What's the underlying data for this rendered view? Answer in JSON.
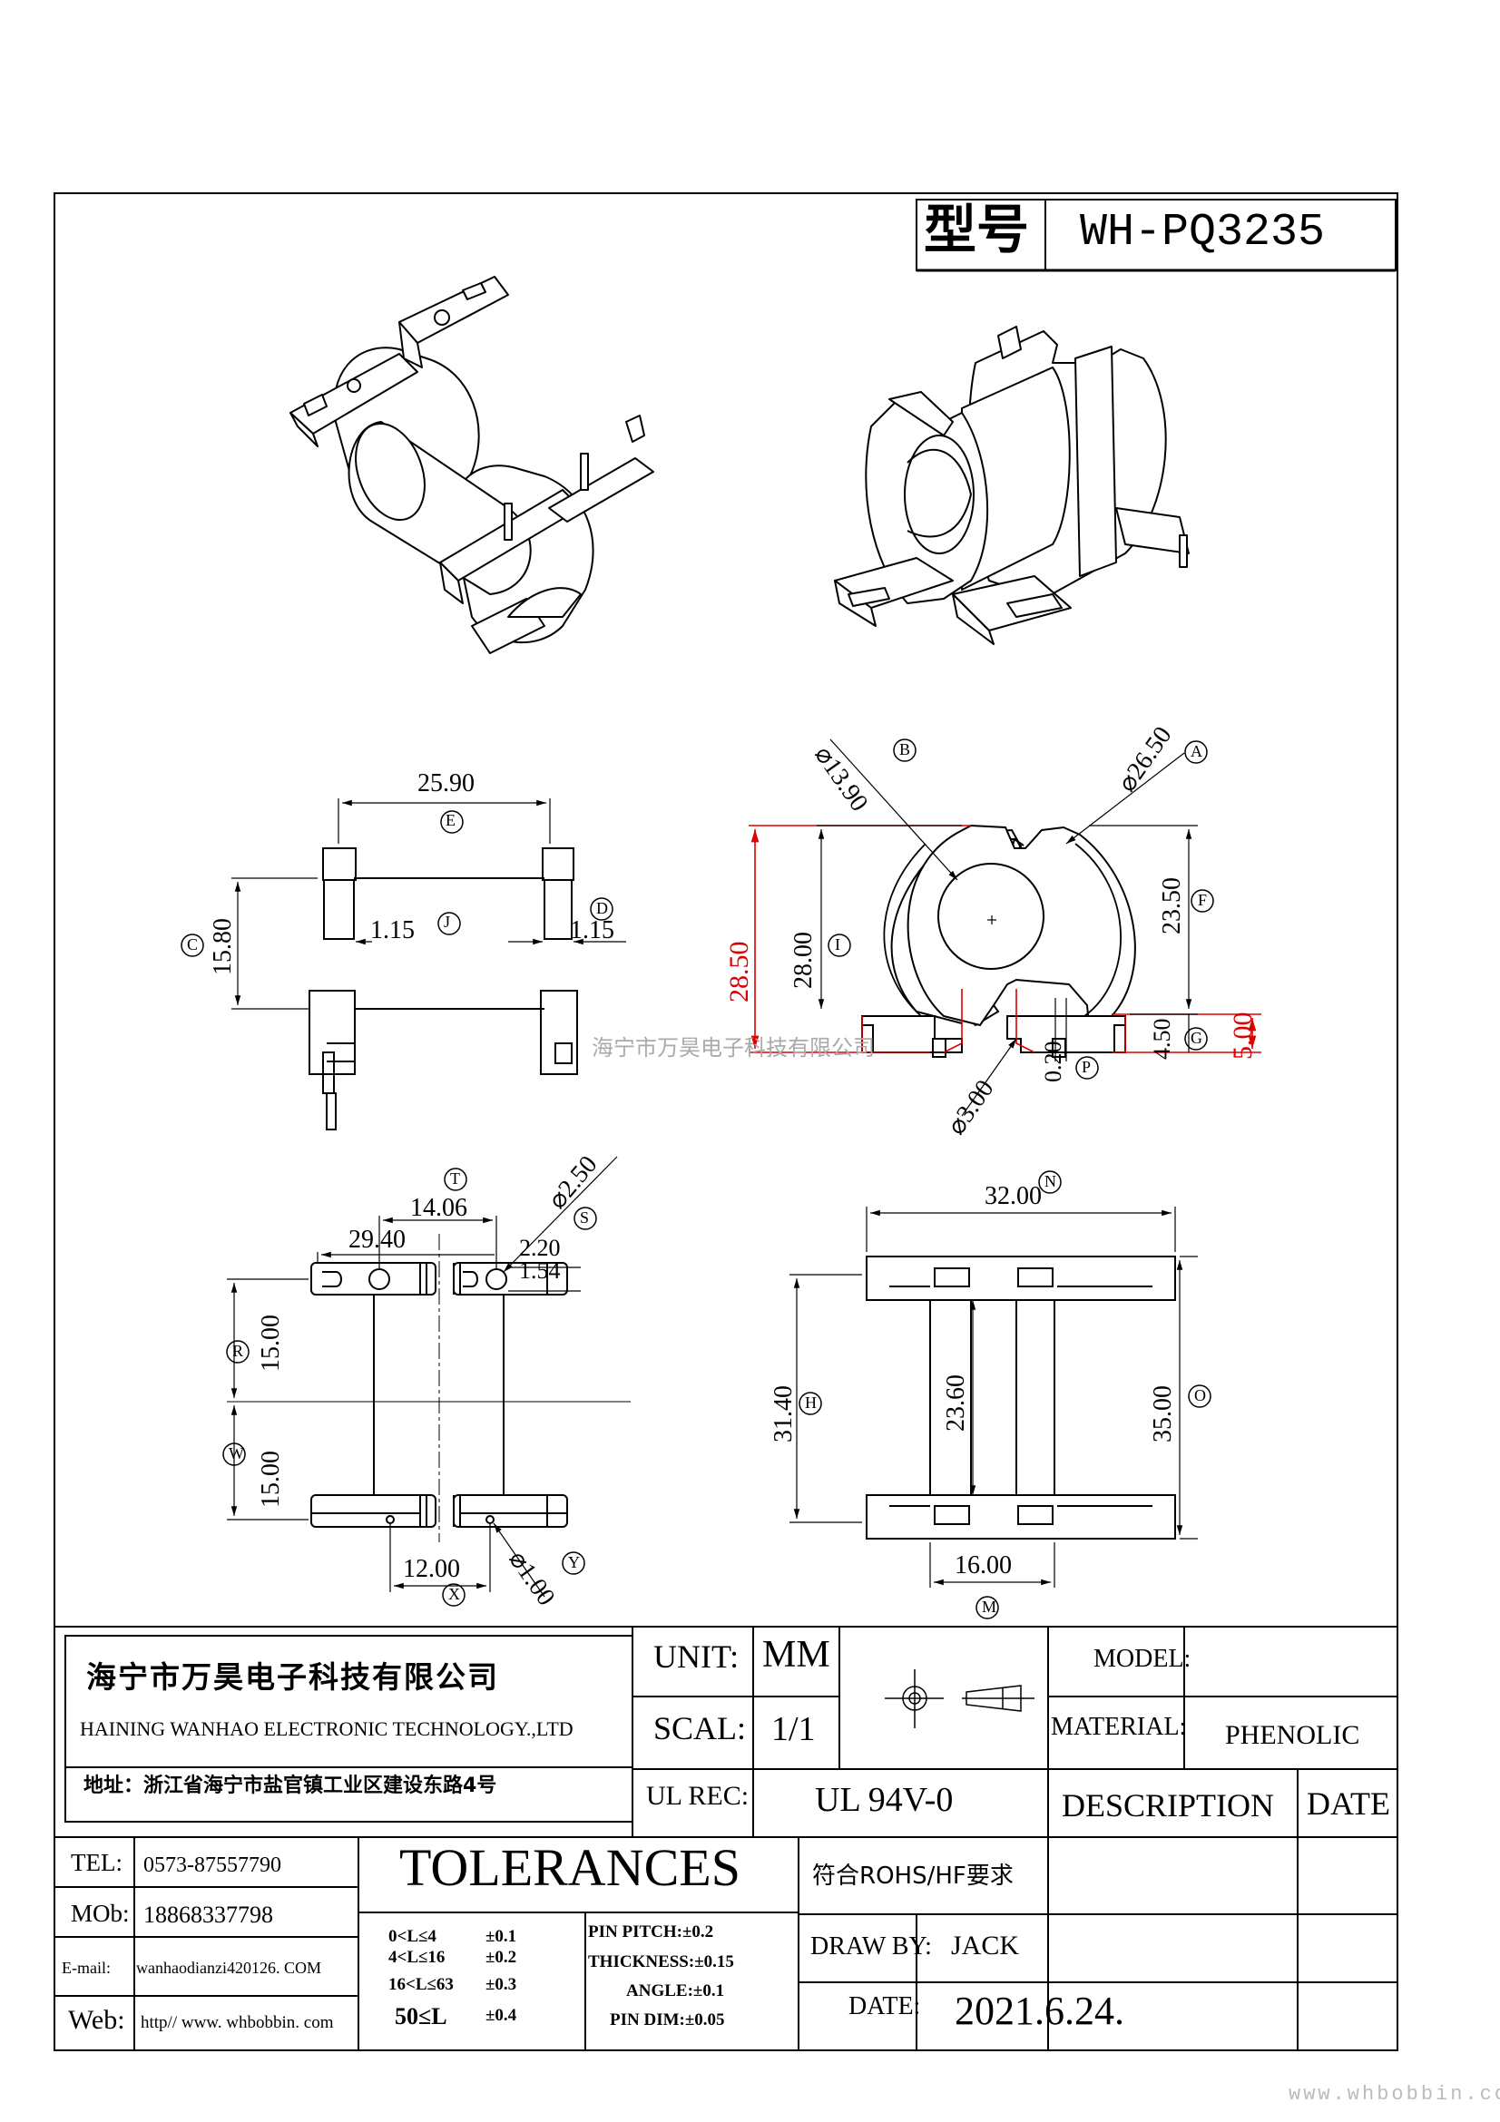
{
  "model_box": {
    "label": "型号",
    "value": "WH-PQ3235"
  },
  "front_view": {
    "overall_height": "28.50",
    "height": "28.00",
    "dia_center": "⌀13.90",
    "dia_outer": "⌀26.50",
    "upper_height": "23.50",
    "pin_step": "4.50",
    "pin_height": "5.00",
    "pin_dia": "⌀3.00",
    "gap": "0.20",
    "letters": {
      "a": "A",
      "b": "B",
      "f": "F",
      "g": "G",
      "i": "I",
      "p": "P"
    }
  },
  "side_view": {
    "width": "25.90",
    "height": "15.80",
    "wall_left": "1.15",
    "wall_right": "1.15",
    "letters": {
      "e": "E",
      "c": "C",
      "j": "J",
      "d": "D"
    }
  },
  "bottom_view": {
    "pitch_top": "14.06",
    "span": "29.40",
    "hole_dia": "⌀2.50",
    "dim_a": "2.20",
    "dim_b": "1.54",
    "half_top": "15.00",
    "half_bottom": "15.00",
    "pin_pitch": "12.00",
    "pin_dia": "⌀1.00",
    "letters": {
      "t": "T",
      "s": "S",
      "r": "R",
      "w": "W",
      "x": "X",
      "y": "Y"
    }
  },
  "top_view": {
    "width": "32.00",
    "height_outer": "31.40",
    "height_inner": "23.60",
    "height_total": "35.00",
    "inner_width": "16.00",
    "letters": {
      "n": "N",
      "h": "H",
      "o": "O",
      "m": "M"
    }
  },
  "watermark_mid": "海宁市万昊电子科技有限公司",
  "watermark_bottom": "www.whbobbin.com",
  "company": {
    "name_cn": "海宁市万昊电子科技有限公司",
    "name_en": "HAINING WANHAO ELECTRONIC TECHNOLOGY.,LTD",
    "address": "地址：浙江省海宁市盐官镇工业区建设东路4号"
  },
  "title_block": {
    "unit_label": "UNIT:",
    "unit_value": "MM",
    "scal_label": "SCAL:",
    "scal_value": "1/1",
    "ulrec_label": "UL REC:",
    "ulrec_value": "UL 94V-0",
    "model_label": "MODEL:",
    "model_value": "",
    "material_label": "MATERIAL:",
    "material_value": "PHENOLIC",
    "description_label": "DESCRIPTION",
    "date_header": "DATE",
    "rohs": "符合ROHS/HF要求",
    "tel_label": "TEL:",
    "tel_value": "0573-87557790",
    "mob_label": "MOb:",
    "mob_value": "18868337798",
    "email_label": "E-mail:",
    "email_value": "wanhaodianzi420126. COM",
    "web_label": "Web:",
    "web_value": "http// www. whbobbin. com",
    "tolerances_title": "TOLERANCES",
    "tol": [
      {
        "range": "0<L≤4",
        "value": "±0.1"
      },
      {
        "range": "4<L≤16",
        "value": "±0.2"
      },
      {
        "range": "16<L≤63",
        "value": "±0.3"
      },
      {
        "range": "50≤L",
        "value": "±0.4"
      }
    ],
    "pin_pitch": "PIN PITCH:±0.2",
    "thickness": "THICKNESS:±0.15",
    "angle": "ANGLE:±0.1",
    "pin_dim": "PIN DIM:±0.05",
    "draw_by_label": "DRAW BY:",
    "draw_by_value": "JACK",
    "date_label": "DATE:",
    "date_value": "2021.6.24."
  }
}
